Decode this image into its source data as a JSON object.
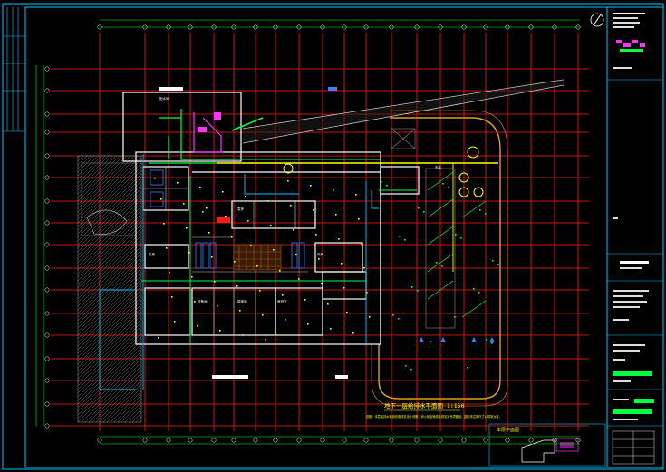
{
  "drawing": {
    "title_ann": "地下一层给排水平面图 1:150",
    "subtitle_ann": "说明：本层给排水管道布置详见设计说明，消火栓及喷淋系统另见专项图纸，图中未注明尺寸以现场为准。",
    "label_ann": "本层平面图"
  },
  "rooms": [
    {
      "text": "配水间"
    },
    {
      "text": "泵房"
    },
    {
      "text": "库房"
    },
    {
      "text": "设备间"
    },
    {
      "text": "楼梯间"
    },
    {
      "text": "值班室"
    },
    {
      "text": "机房"
    },
    {
      "text": "车库"
    }
  ],
  "colors": {
    "background": "#000000",
    "border": "#00c8ff",
    "axis": "#ff1a1a",
    "wall": "#ffffff",
    "pipe_green": "#00ff40",
    "pipe_magenta": "#ff33ff",
    "pipe_yellow": "#ffff00",
    "ramp": "#e0a020",
    "dim": "#00ff00"
  }
}
